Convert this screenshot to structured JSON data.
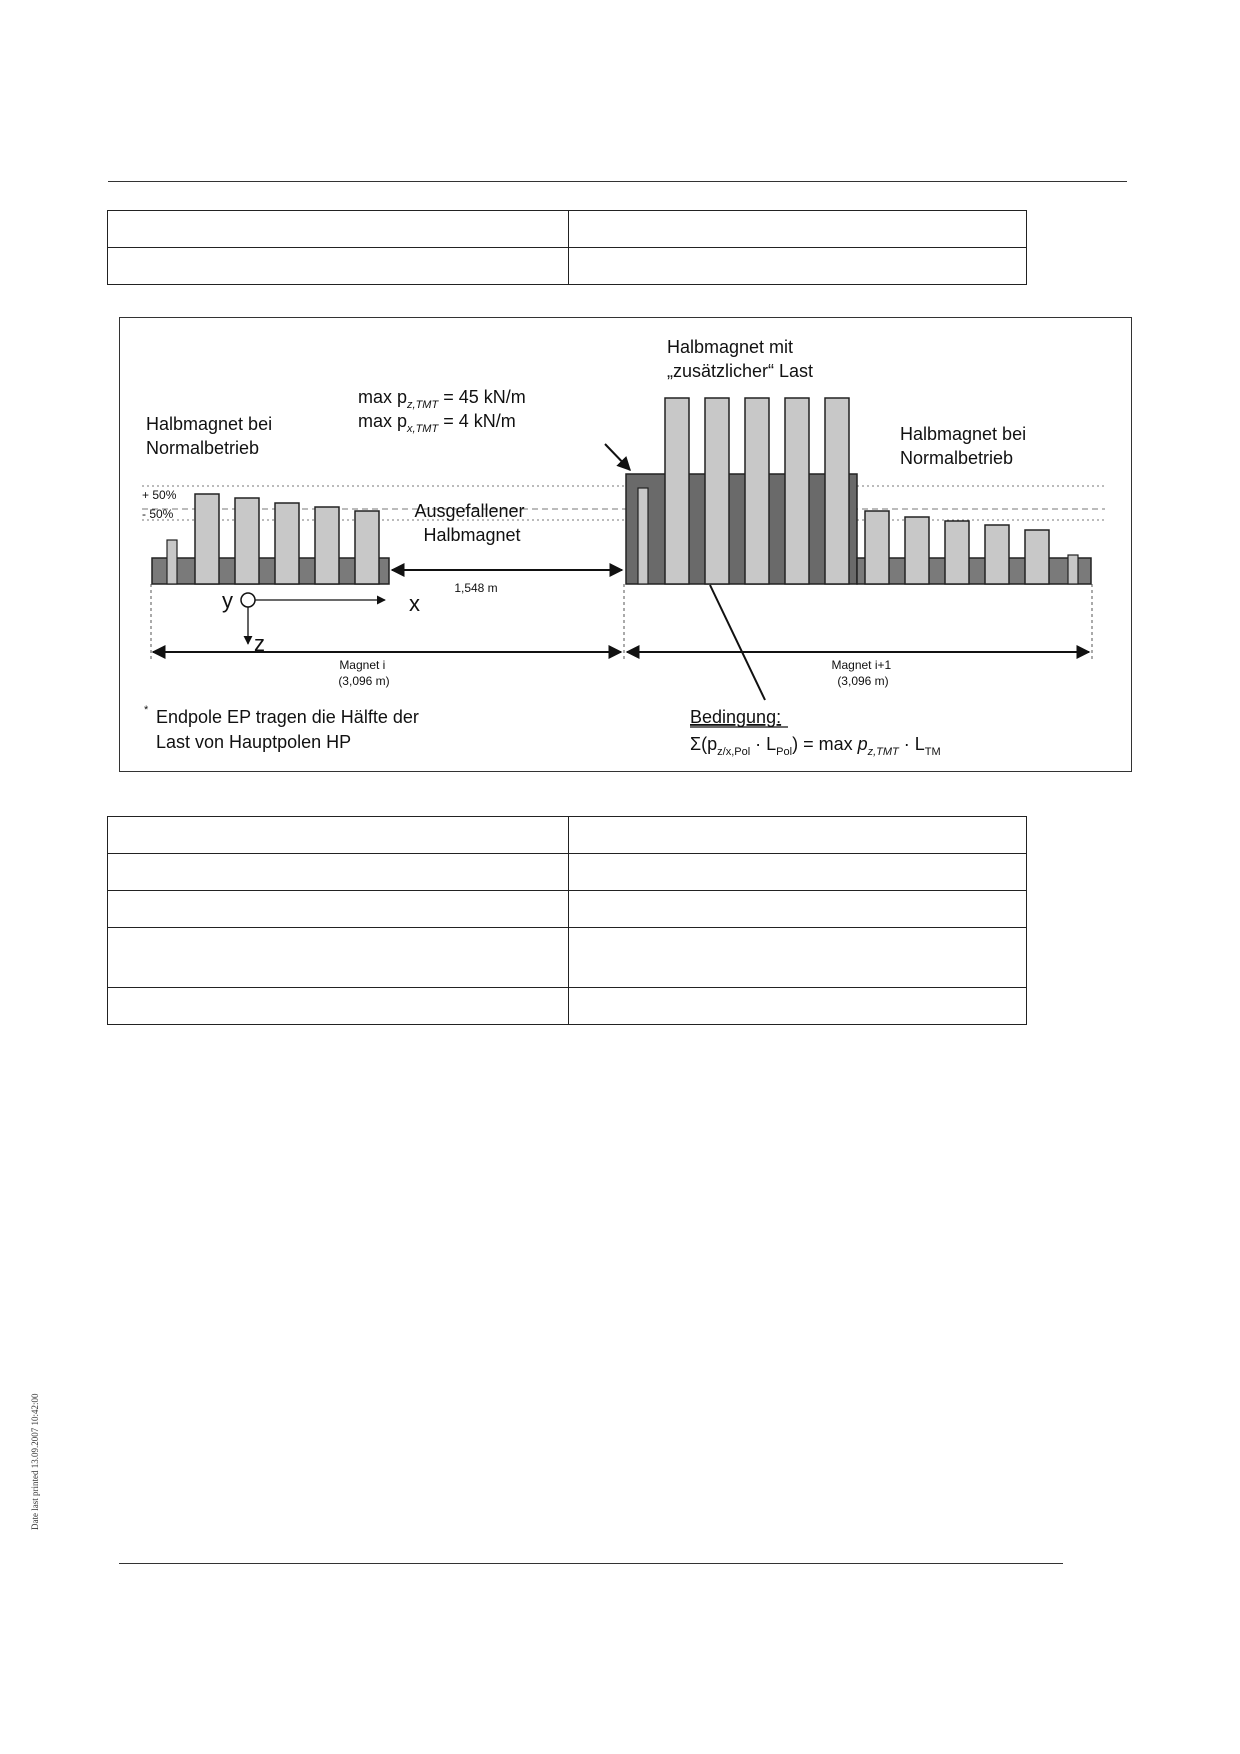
{
  "figure": {
    "label_left_normal": [
      "Halbmagnet bei",
      "Normalbetrieb"
    ],
    "label_max_loads": [
      "max p",
      "z,TMT",
      " = 45 kN/m",
      "max p",
      "x,TMT",
      " = 4 kN/m"
    ],
    "label_extra_load": [
      "Halbmagnet mit",
      "„zusätzlicher“ Last"
    ],
    "label_right_normal": [
      "Halbmagnet bei",
      "Normalbetrieb"
    ],
    "label_plus": "+ 50%",
    "label_minus": "- 50%",
    "label_failed": [
      "Ausgefallener",
      "Halbmagnet"
    ],
    "gap_length": "1,548 m",
    "axis_y": "y",
    "axis_x": "x",
    "axis_z": "z",
    "magnet_i": [
      "Magnet i",
      "(3,096 m)"
    ],
    "magnet_i1": [
      "Magnet i+1",
      "(3,096 m)"
    ],
    "footnote": [
      "*",
      "Endpole EP tragen die Hälfte der",
      "Last von Hauptpolen HP"
    ],
    "condition_title": "Bedingung:",
    "condition_formula": {
      "sigma": "Σ(p",
      "sub1": "z/x,Pol",
      "mid1": " · L",
      "sub2": "Pol",
      "mid2": ") = max ",
      "p": "p",
      "sub3": "z,TMT",
      "mid3": " · L",
      "sub4": "TM"
    }
  },
  "side_note": "Date last printed 13.09.2007 10:42:00",
  "colors": {
    "pole_light": "#c8c8c8",
    "pole_dark": "#6a6a6a",
    "base_dark": "#7a7a7a",
    "border": "#222222"
  }
}
